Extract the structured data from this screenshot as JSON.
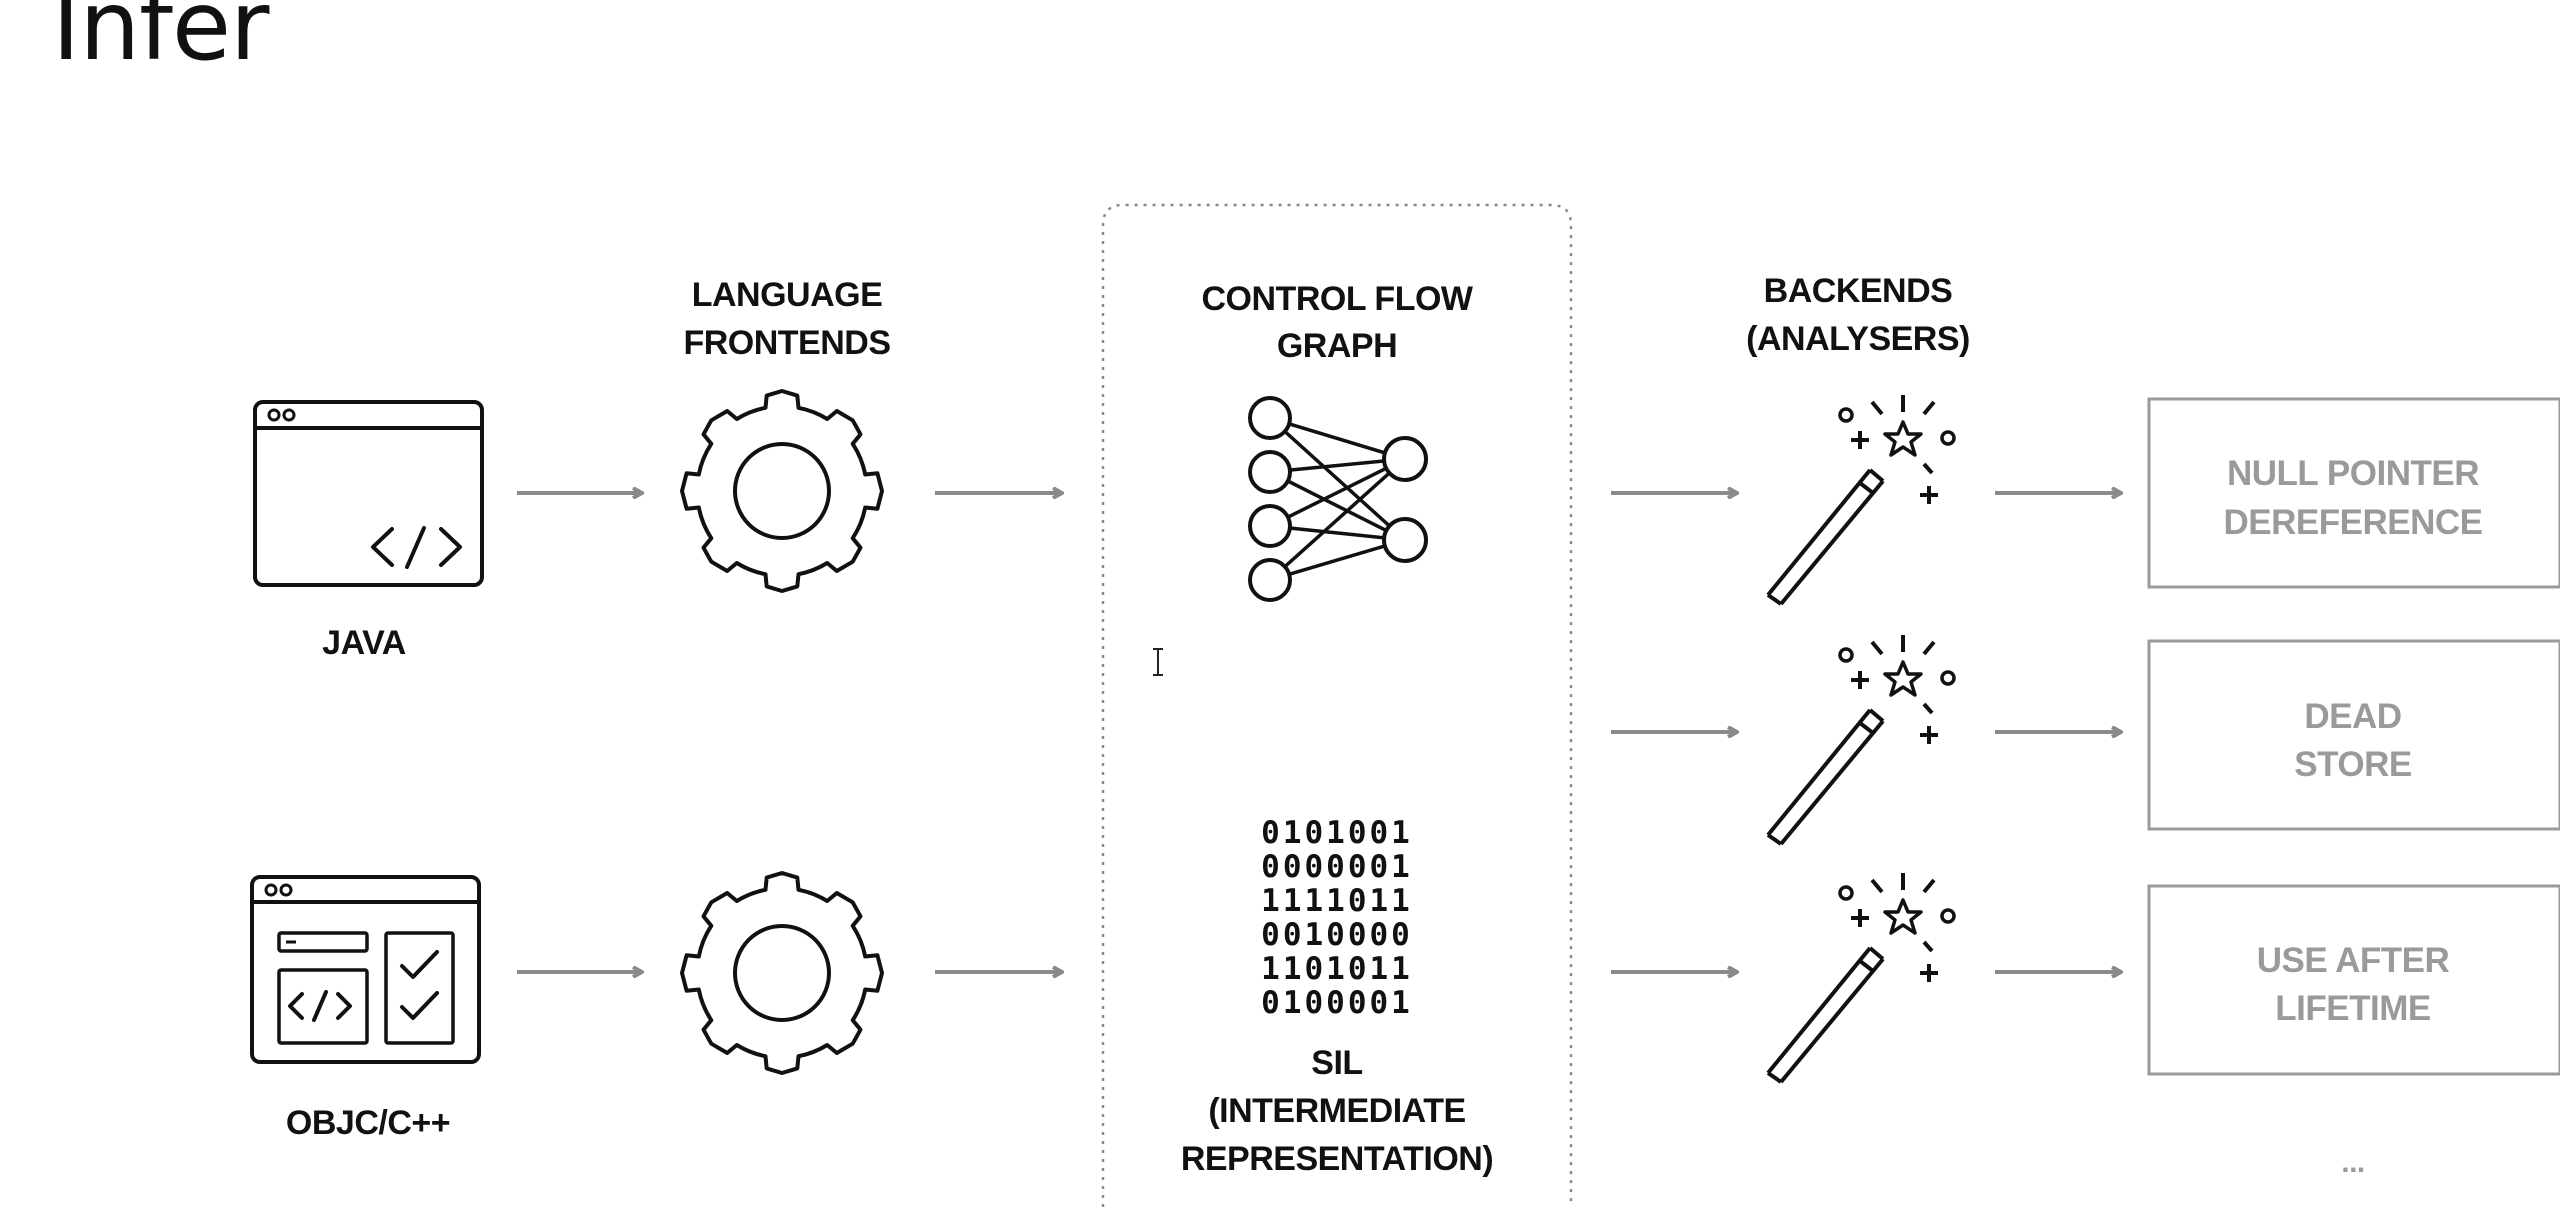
{
  "title": "Infer",
  "inputs": {
    "java": "JAVA",
    "objc": "OBJC/C++"
  },
  "frontends": {
    "line1": "LANGUAGE",
    "line2": "FRONTENDS"
  },
  "cfg": {
    "line1": "CONTROL FLOW",
    "line2": "GRAPH"
  },
  "sil": {
    "binary": [
      "0101001",
      "0000001",
      "1111011",
      "0010000",
      "1101011",
      "0100001"
    ],
    "line1": "SIL",
    "line2": "(INTERMEDIATE",
    "line3": "REPRESENTATION)"
  },
  "backends": {
    "line1": "BACKENDS",
    "line2": "(ANALYSERS)"
  },
  "outputs": [
    {
      "line1": "NULL POINTER",
      "line2": "DEREFERENCE"
    },
    {
      "line1": "DEAD",
      "line2": "STORE"
    },
    {
      "line1": "USE AFTER",
      "line2": "LIFETIME"
    }
  ],
  "more": "..."
}
